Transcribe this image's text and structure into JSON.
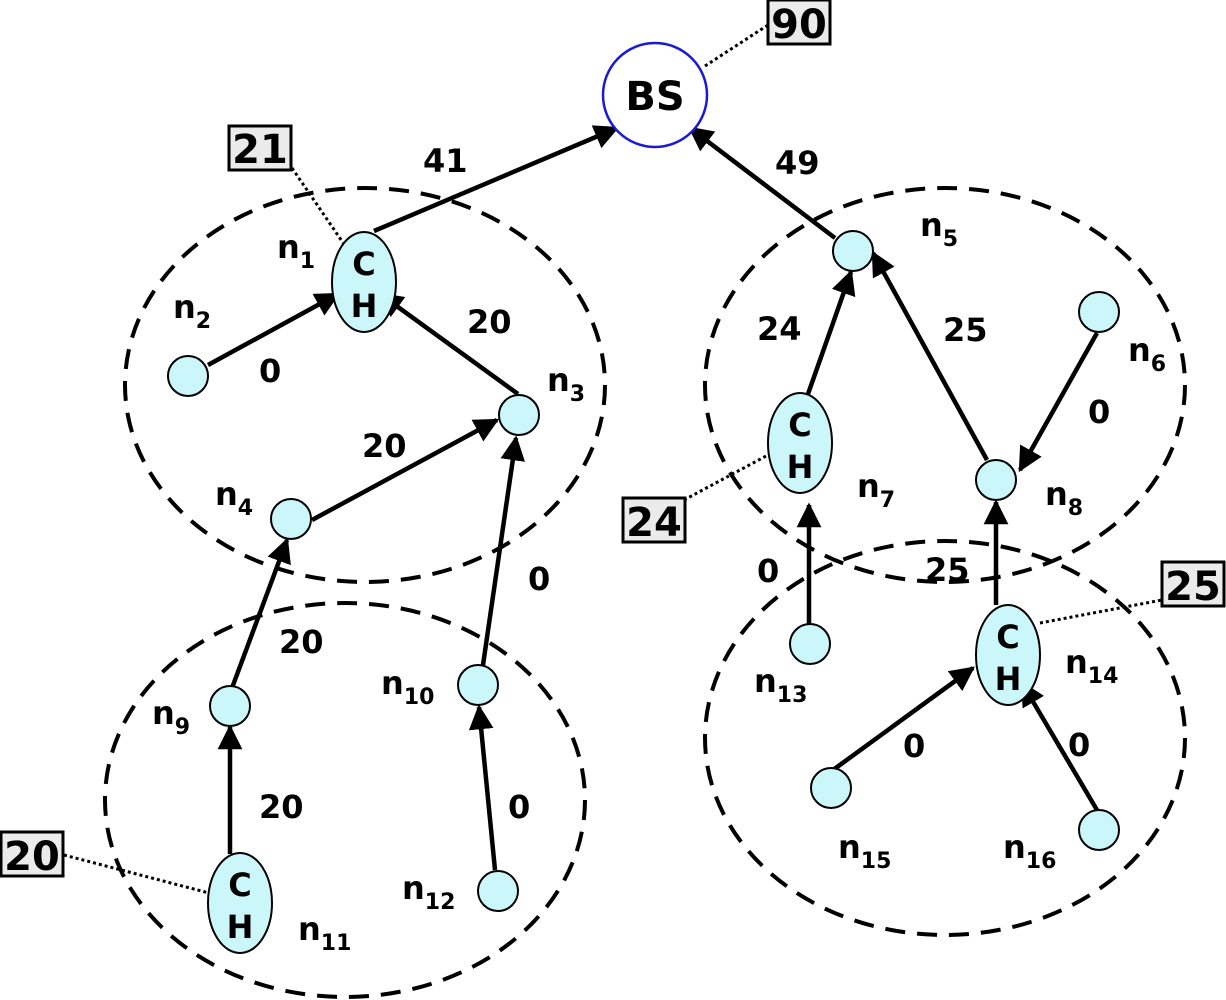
{
  "base_station": {
    "label": "BS",
    "value": "90"
  },
  "cluster_head": {
    "line1": "C",
    "line2": "H"
  },
  "nodes": [
    {
      "id": "n1",
      "base": "n",
      "sub": "1"
    },
    {
      "id": "n2",
      "base": "n",
      "sub": "2"
    },
    {
      "id": "n3",
      "base": "n",
      "sub": "3"
    },
    {
      "id": "n4",
      "base": "n",
      "sub": "4"
    },
    {
      "id": "n5",
      "base": "n",
      "sub": "5"
    },
    {
      "id": "n6",
      "base": "n",
      "sub": "6"
    },
    {
      "id": "n7",
      "base": "n",
      "sub": "7"
    },
    {
      "id": "n8",
      "base": "n",
      "sub": "8"
    },
    {
      "id": "n9",
      "base": "n",
      "sub": "9"
    },
    {
      "id": "n10",
      "base": "n",
      "sub": "10"
    },
    {
      "id": "n11",
      "base": "n",
      "sub": "11"
    },
    {
      "id": "n12",
      "base": "n",
      "sub": "12"
    },
    {
      "id": "n13",
      "base": "n",
      "sub": "13"
    },
    {
      "id": "n14",
      "base": "n",
      "sub": "14"
    },
    {
      "id": "n15",
      "base": "n",
      "sub": "15"
    },
    {
      "id": "n16",
      "base": "n",
      "sub": "16"
    }
  ],
  "cluster_head_values": {
    "n1": "21",
    "n7": "24",
    "n11": "20",
    "n14": "25"
  },
  "edges": [
    {
      "from": "n1",
      "to": "BS",
      "weight": "41"
    },
    {
      "from": "n5",
      "to": "BS",
      "weight": "49"
    },
    {
      "from": "n2",
      "to": "n1",
      "weight": "0"
    },
    {
      "from": "n3",
      "to": "n1",
      "weight": "20"
    },
    {
      "from": "n4",
      "to": "n3",
      "weight": "20"
    },
    {
      "from": "n10",
      "to": "n3",
      "weight": "0"
    },
    {
      "from": "n9",
      "to": "n4",
      "weight": "20"
    },
    {
      "from": "n11",
      "to": "n9",
      "weight": "20"
    },
    {
      "from": "n12",
      "to": "n10",
      "weight": "0"
    },
    {
      "from": "n7",
      "to": "n5",
      "weight": "24"
    },
    {
      "from": "n8",
      "to": "n5",
      "weight": "25"
    },
    {
      "from": "n6",
      "to": "n8",
      "weight": "0"
    },
    {
      "from": "n14",
      "to": "n8",
      "weight": "25"
    },
    {
      "from": "n13",
      "to": "n7",
      "weight": "0"
    },
    {
      "from": "n15",
      "to": "n14",
      "weight": "0"
    },
    {
      "from": "n16",
      "to": "n14",
      "weight": "0"
    }
  ]
}
